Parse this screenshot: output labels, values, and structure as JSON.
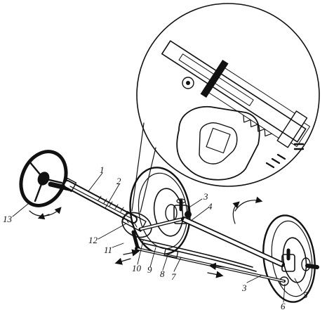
{
  "diagram": {
    "callouts": [
      {
        "id": "c1",
        "text": "1"
      },
      {
        "id": "c2",
        "text": "2"
      },
      {
        "id": "c3a",
        "text": "3"
      },
      {
        "id": "c4",
        "text": "4"
      },
      {
        "id": "c5",
        "text": "5"
      },
      {
        "id": "c6",
        "text": "6"
      },
      {
        "id": "c3b",
        "text": "3"
      },
      {
        "id": "c7",
        "text": "7"
      },
      {
        "id": "c8",
        "text": "8"
      },
      {
        "id": "c9",
        "text": "9"
      },
      {
        "id": "c10",
        "text": "10"
      },
      {
        "id": "c11",
        "text": "11"
      },
      {
        "id": "c12",
        "text": "12"
      },
      {
        "id": "c13",
        "text": "13"
      }
    ]
  }
}
